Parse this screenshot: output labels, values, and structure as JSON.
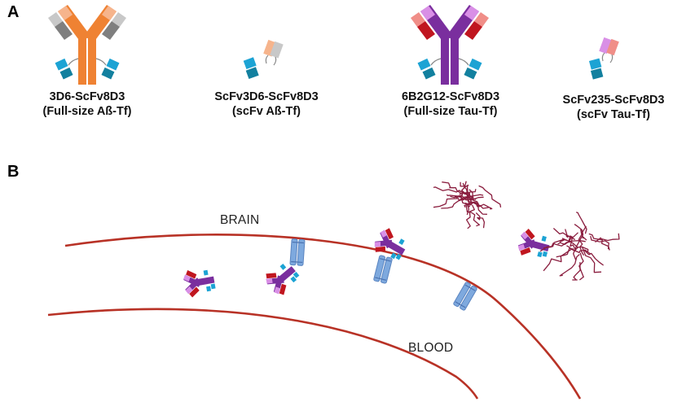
{
  "panels": {
    "a": "A",
    "b": "B"
  },
  "constructs": [
    {
      "name": "3D6-ScFv8D3",
      "format": "(Full-size Aß-Tf)"
    },
    {
      "name": "ScFv3D6-ScFv8D3",
      "format": "(scFv Aß-Tf)"
    },
    {
      "name": "6B2G12-ScFv8D3",
      "format": "(Full-size Tau-Tf)"
    },
    {
      "name": "ScFv235-ScFv8D3",
      "format": "(scFv Tau-Tf)"
    }
  ],
  "regions": {
    "brain": "BRAIN",
    "blood": "BLOOD"
  },
  "colors": {
    "abeta_heavy": "#ef8233",
    "abeta_light_dark": "#7f7f7f",
    "abeta_light_pale": "#c8c8c8",
    "abeta_light_tip": "#f6b48c",
    "tau_heavy": "#7a2e9e",
    "tau_heavy_tip": "#d98fe6",
    "tau_light_dark": "#c0161f",
    "tau_light_pale": "#f08e88",
    "scfv_8d3": "#1ca3d4",
    "scfv_8d3_dark": "#12809f",
    "vessel_wall": "#b83226",
    "receptor": "#7ea9de",
    "tangle": "#8a1d3e"
  }
}
